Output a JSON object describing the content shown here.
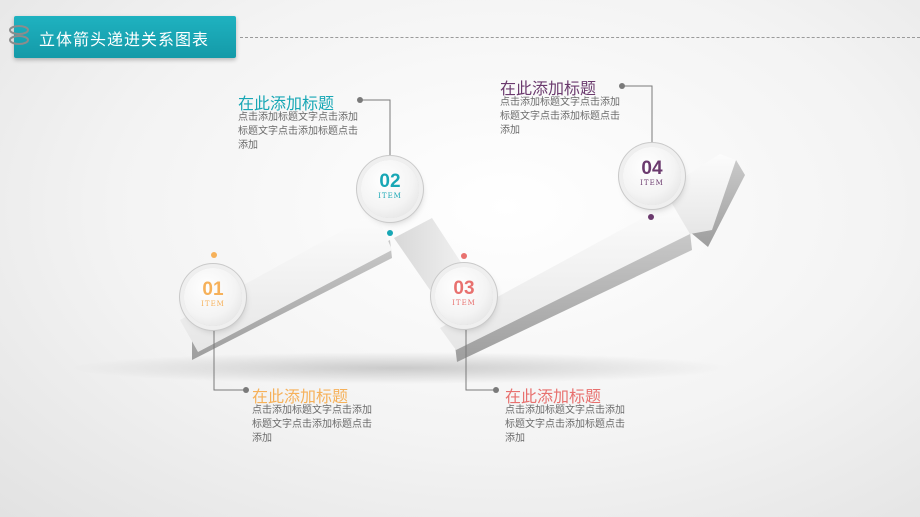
{
  "header": {
    "title": "立体箭头递进关系图表"
  },
  "colors": {
    "teal": "#18a7b5",
    "orange": "#f6b15a",
    "coral": "#e8716f",
    "purple": "#6b3a6e"
  },
  "items": [
    {
      "number": "01",
      "caption": "ITEM",
      "title": "在此添加标题",
      "desc": "点击添加标题文字点击添加标题文字点击添加标题点击添加"
    },
    {
      "number": "02",
      "caption": "ITEM",
      "title": "在此添加标题",
      "desc": "点击添加标题文字点击添加标题文字点击添加标题点击添加"
    },
    {
      "number": "03",
      "caption": "ITEM",
      "title": "在此添加标题",
      "desc": "点击添加标题文字点击添加标题文字点击添加标题点击添加"
    },
    {
      "number": "04",
      "caption": "ITEM",
      "title": "在此添加标题",
      "desc": "点击添加标题文字点击添加标题文字点击添加标题点击添加"
    }
  ]
}
